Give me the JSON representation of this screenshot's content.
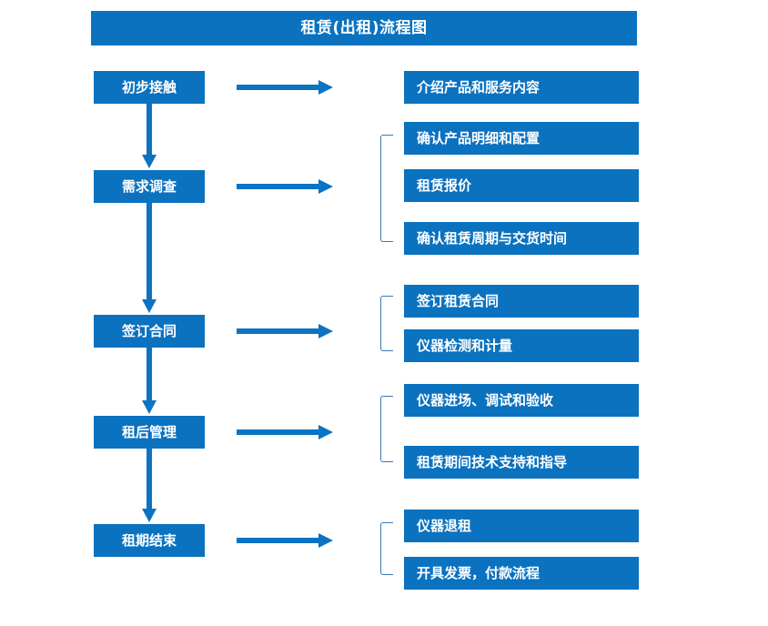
{
  "header": {
    "title": "租赁(出租)流程图",
    "bar_color": "#0B72C0",
    "text_color": "#FFFFFF"
  },
  "theme": {
    "box_fill": "#0B72C0",
    "box_text": "#FFFFFF",
    "arrow_color": "#0C73C2",
    "bracket_color": "#3C78B4",
    "background": "#FFFFFF"
  },
  "stages": [
    {
      "id": "stage-1",
      "label": "初步接触"
    },
    {
      "id": "stage-2",
      "label": "需求调查"
    },
    {
      "id": "stage-3",
      "label": "签订合同"
    },
    {
      "id": "stage-4",
      "label": "租后管理"
    },
    {
      "id": "stage-5",
      "label": "租期结束"
    }
  ],
  "details": [
    {
      "id": "detail-1",
      "label": "介绍产品和服务内容"
    },
    {
      "id": "detail-2",
      "label": "确认产品明细和配置"
    },
    {
      "id": "detail-3",
      "label": "租赁报价"
    },
    {
      "id": "detail-4",
      "label": "确认租赁周期与交货时间"
    },
    {
      "id": "detail-5",
      "label": "签订租赁合同"
    },
    {
      "id": "detail-6",
      "label": "仪器检测和计量"
    },
    {
      "id": "detail-7",
      "label": "仪器进场、调试和验收"
    },
    {
      "id": "detail-8",
      "label": "租赁期间技术支持和指导"
    },
    {
      "id": "detail-9",
      "label": "仪器退租"
    },
    {
      "id": "detail-10",
      "label": "开具发票，付款流程"
    }
  ],
  "connectors": {
    "down_arrow_count": 4,
    "right_arrow_count": 5,
    "bracket_count": 4
  }
}
